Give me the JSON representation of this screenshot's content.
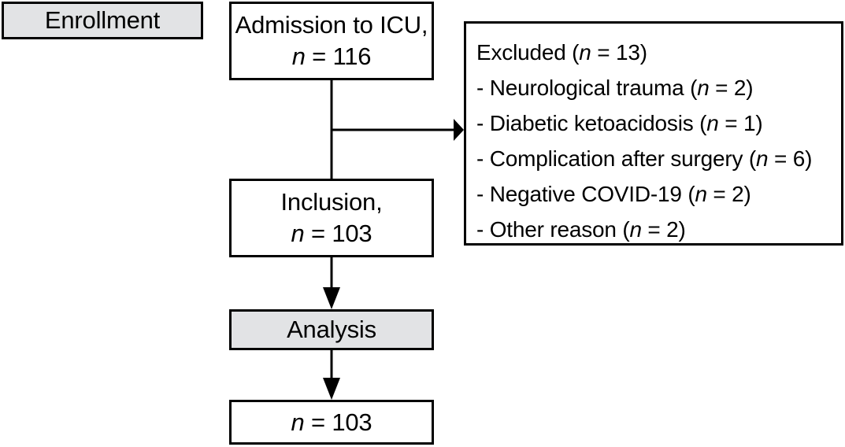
{
  "figure": {
    "type": "flowchart",
    "orientation": "vertical-with-side-branch",
    "colors": {
      "stroke": "#000000",
      "background": "#ffffff",
      "shaded_fill": "#e2e3e5"
    }
  },
  "stage_labels": {
    "enrollment": "Enrollment"
  },
  "nodes": {
    "icu": {
      "line1": "Admission to ICU,",
      "n_symbol": "n",
      "equals": " = ",
      "n_value": "116"
    },
    "inclusion": {
      "line1": "Inclusion,",
      "n_symbol": "n",
      "equals": " = ",
      "n_value": "103"
    },
    "analysis": {
      "label": "Analysis"
    },
    "final": {
      "n_symbol": "n",
      "equals": " = ",
      "n_value": "103"
    }
  },
  "excluded": {
    "heading_prefix": "Excluded (",
    "heading_n": "n",
    "heading_equals": " = ",
    "heading_value": "13",
    "heading_suffix": ")",
    "reasons": [
      {
        "bullet": "-",
        "text": "Neurological trauma (",
        "n": "n",
        "equals": " = ",
        "value": "2",
        "close": ")"
      },
      {
        "bullet": "-",
        "text": "Diabetic ketoacidosis (",
        "n": "n",
        "equals": " = ",
        "value": "1",
        "close": ")"
      },
      {
        "bullet": "-",
        "text": "Complication after surgery (",
        "n": "n",
        "equals": " = ",
        "value": "6",
        "close": ")"
      },
      {
        "bullet": "-",
        "text": "Negative COVID-19 (",
        "n": "n",
        "equals": " = ",
        "value": "2",
        "close": ")"
      },
      {
        "bullet": "-",
        "text": "Other reason (",
        "n": "n",
        "equals": " = ",
        "value": "2",
        "close": ")"
      }
    ]
  },
  "flow": {
    "counts": {
      "admitted": 116,
      "excluded_total": 13,
      "included": 103,
      "analyzed": 103
    }
  }
}
